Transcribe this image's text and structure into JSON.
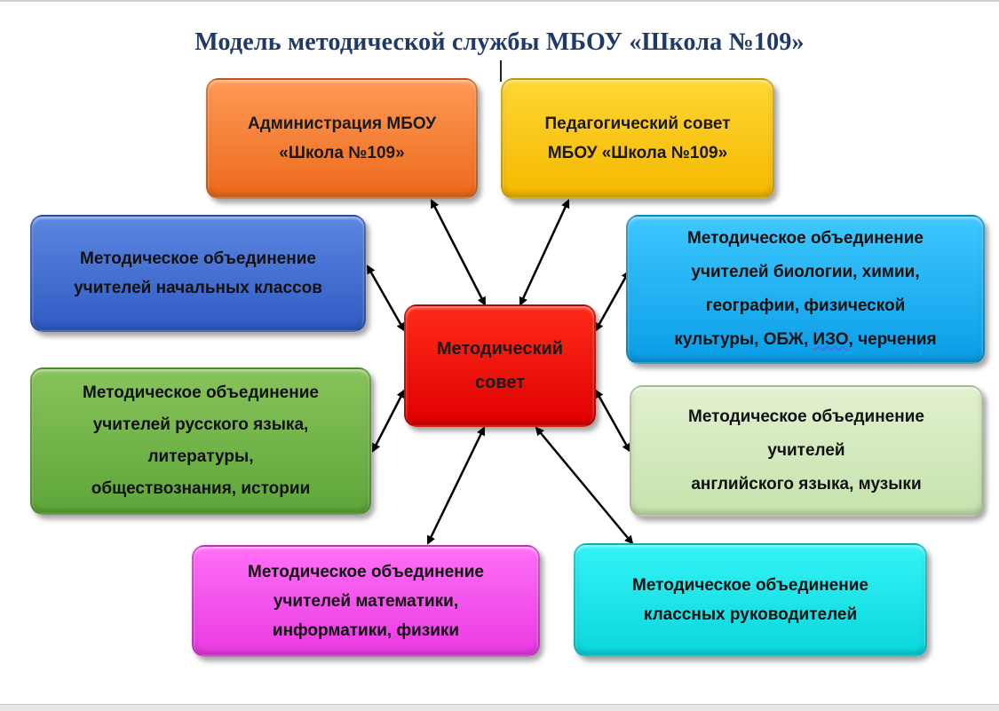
{
  "title": "Модель методической службы МБОУ «Школа №109»",
  "colors": {
    "admin": "#ec6a1c",
    "ped": "#f5b800",
    "primary": "#2f5cc4",
    "biology": "#0a9de6",
    "center": "#e00000",
    "russian": "#5ea63a",
    "english": "#c6e3ac",
    "math": "#e93ae3",
    "class": "#0ad6dc",
    "title": "#1f3a68"
  },
  "nodes": {
    "admin": {
      "lines": [
        "Администрация МБОУ",
        "«Школа №109»"
      ]
    },
    "ped": {
      "lines": [
        "Педагогический совет",
        "МБОУ «Школа №109»"
      ]
    },
    "primary": {
      "lines": [
        "Методическое объединение",
        "учителей начальных классов"
      ]
    },
    "biology": {
      "lines": [
        "Методическое объединение",
        "учителей биологии, химии,",
        "географии, физической",
        "культуры, ОБЖ, ",
        "ИЗО",
        ", черчения"
      ]
    },
    "center": {
      "lines": [
        "Методический",
        "совет"
      ]
    },
    "russian": {
      "lines": [
        "Методическое объединение",
        "учителей русского языка,",
        "литературы,",
        "обществознания, истории"
      ]
    },
    "english": {
      "lines": [
        "Методическое объединение",
        "учителей",
        "английского языка, музыки"
      ]
    },
    "math": {
      "lines": [
        "Методическое объединение",
        "учителей математики,",
        "информатики, физики"
      ]
    },
    "class": {
      "lines": [
        "Методическое объединение",
        "классных руководителей"
      ]
    }
  }
}
